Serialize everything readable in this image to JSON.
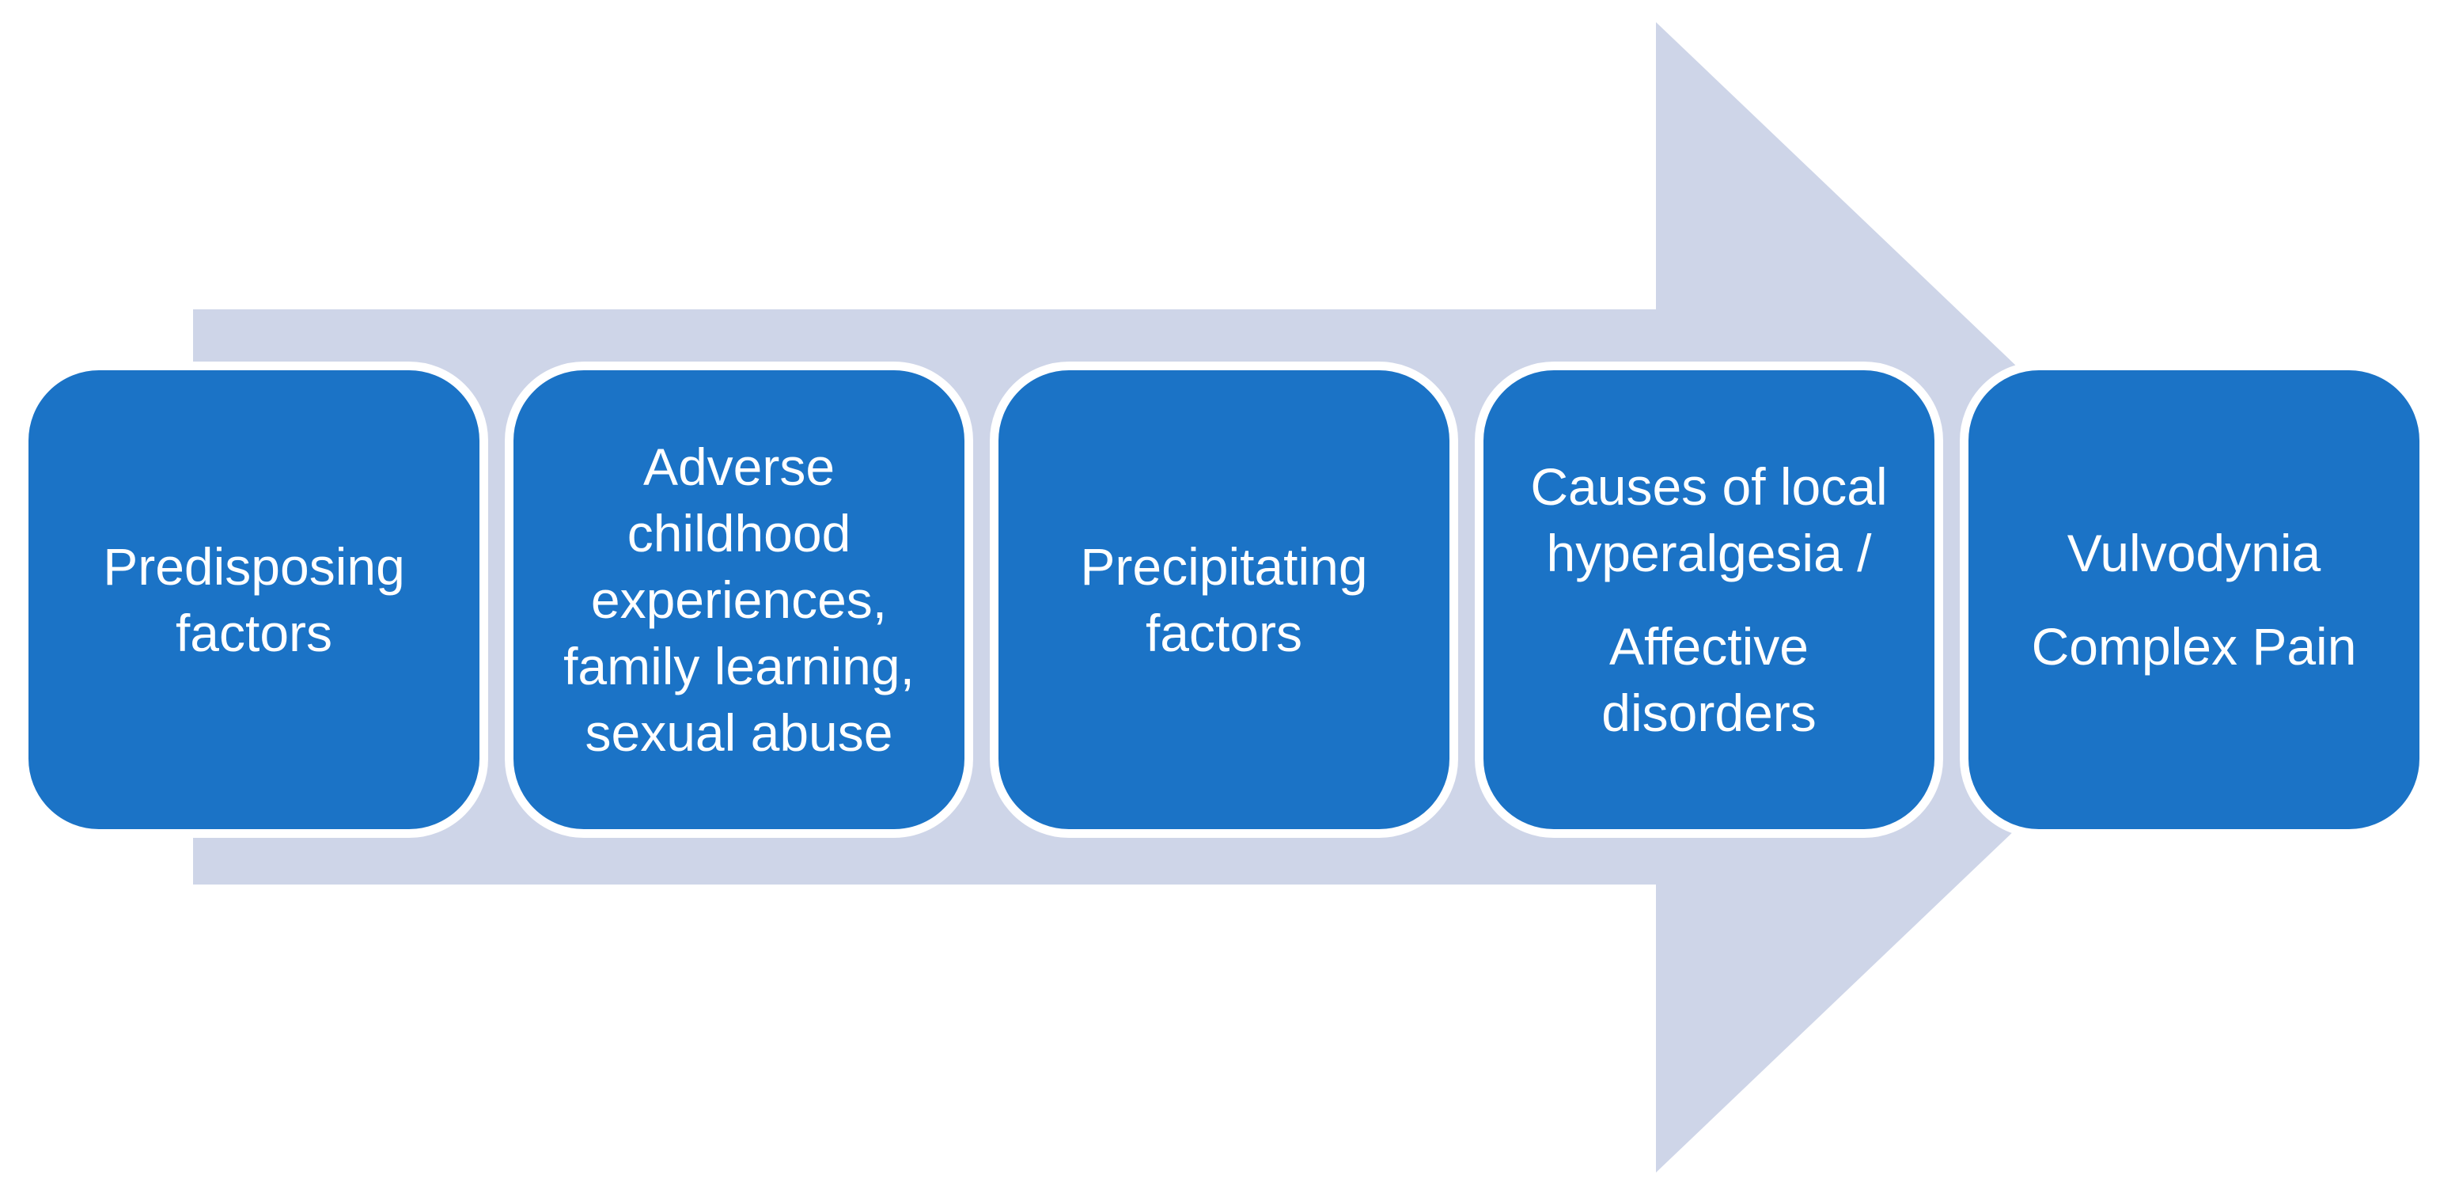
{
  "diagram": {
    "type": "process-arrow",
    "direction": "right",
    "background_color": "#FFFFFF",
    "arrow_color": "#CED5E8",
    "box_fill_color": "#1B73C6",
    "box_border_color": "#FFFFFF",
    "text_color": "#FFFFFF",
    "steps": [
      {
        "paragraphs": [
          "Predisposing factors",
          ""
        ]
      },
      {
        "paragraphs": [
          "Adverse childhood experiences, family learning, sexual abuse",
          ""
        ]
      },
      {
        "paragraphs": [
          "Precipitating factors",
          ""
        ]
      },
      {
        "paragraphs": [
          "Causes of local hyperalgesia /",
          "Affective disorders"
        ]
      },
      {
        "paragraphs": [
          "Vulvodynia",
          "Complex Pain"
        ]
      }
    ]
  }
}
